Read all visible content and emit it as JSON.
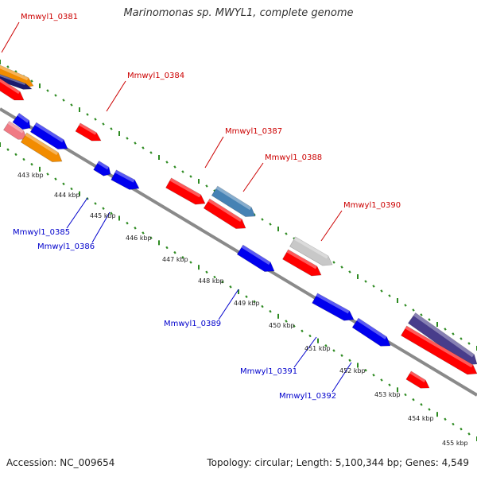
{
  "title": "Marinomonas sp. MWYL1, complete genome",
  "footer": {
    "accession": "Accession: NC_009654",
    "summary": "Topology: circular; Length: 5,100,344 bp; Genes: 4,549"
  },
  "colors": {
    "backbone": "#8a8a8a",
    "tick": "#2e8b22",
    "label_top": "#cc0000",
    "label_bottom": "#0000cc"
  },
  "ticks": [
    {
      "label": "443 kbp"
    },
    {
      "label": "444 kbp"
    },
    {
      "label": "445 kbp"
    },
    {
      "label": "446 kbp"
    },
    {
      "label": "447 kbp"
    },
    {
      "label": "448 kbp"
    },
    {
      "label": "449 kbp"
    },
    {
      "label": "450 kbp"
    },
    {
      "label": "451 kbp"
    },
    {
      "label": "452 kbp"
    },
    {
      "label": "453 kbp"
    },
    {
      "label": "454 kbp"
    },
    {
      "label": "455 kbp"
    }
  ],
  "gene_labels": [
    {
      "name": "Mmwyl1_0381",
      "side": "top"
    },
    {
      "name": "Mmwyl1_0384",
      "side": "top"
    },
    {
      "name": "Mmwyl1_0387",
      "side": "top"
    },
    {
      "name": "Mmwyl1_0388",
      "side": "top"
    },
    {
      "name": "Mmwyl1_0390",
      "side": "top"
    },
    {
      "name": "Mmwyl1_0385",
      "side": "bottom"
    },
    {
      "name": "Mmwyl1_0386",
      "side": "bottom"
    },
    {
      "name": "Mmwyl1_0389",
      "side": "bottom"
    },
    {
      "name": "Mmwyl1_0391",
      "side": "bottom"
    },
    {
      "name": "Mmwyl1_0392",
      "side": "bottom"
    }
  ],
  "features": [
    {
      "color": "#f28c00"
    },
    {
      "color": "#1a1a6e"
    },
    {
      "color": "#ff0000"
    },
    {
      "color": "#ff0000"
    },
    {
      "color": "#f07a84"
    },
    {
      "color": "#0000ee"
    },
    {
      "color": "#0000ee"
    },
    {
      "color": "#f28c00"
    },
    {
      "color": "#0000ee"
    },
    {
      "color": "#0000ee"
    },
    {
      "color": "#ff0000"
    },
    {
      "color": "#4682b4"
    },
    {
      "color": "#ff0000"
    },
    {
      "color": "#0000ee"
    },
    {
      "color": "#c8c8c8"
    },
    {
      "color": "#ff0000"
    },
    {
      "color": "#0000ee"
    },
    {
      "color": "#0000ee"
    },
    {
      "color": "#483d8b"
    },
    {
      "color": "#ff0000"
    },
    {
      "color": "#ff0000"
    }
  ]
}
